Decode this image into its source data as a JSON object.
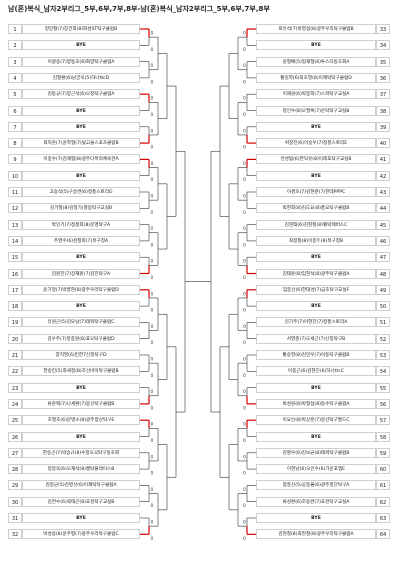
{
  "title": "남(혼)복식_남자2부리그_5부,6부,7부,8부-남(혼)복식_남자2부리그_5부,6부,7부,8부",
  "colors": {
    "win_line": "#d40000",
    "line": "#333333",
    "border": "#cfcfcf"
  },
  "left": [
    {
      "seed": "1",
      "name": "정민철(7)장건희(8)화성ST탁구클럽B"
    },
    {
      "seed": "2",
      "name": "BYE"
    },
    {
      "seed": "3",
      "name": "이광용(7)양동호(8)화양탁구클럽A"
    },
    {
      "seed": "4",
      "name": "김형환(6)남궁욱(5)하나ttcD"
    },
    {
      "seed": "5",
      "name": "김동규(7)양근석(6)오정탁구클럽A"
    },
    {
      "seed": "6",
      "name": "BYE"
    },
    {
      "seed": "7",
      "name": "BYE"
    },
    {
      "seed": "8",
      "name": "최지훈(7)윤학형(7)빛고을스포츠클럽B"
    },
    {
      "seed": "9",
      "name": "이종수(7)김재협(8)광주다목적체육관A"
    },
    {
      "seed": "10",
      "name": "BYE"
    },
    {
      "seed": "11",
      "name": "고승석(5)구승연(6)정풍스토리G"
    },
    {
      "seed": "12",
      "name": "김기철(8)김정기(풍봉탁구교실B"
    },
    {
      "seed": "13",
      "name": "박인기(7)정풍희(8)문영탁구A"
    },
    {
      "seed": "14",
      "name": "주영수(6)천철희(7)북구청A"
    },
    {
      "seed": "15",
      "name": "BYE"
    },
    {
      "seed": "16",
      "name": "김원진(7)장재원(7)김진탁구A"
    },
    {
      "seed": "17",
      "name": "윤기정(7)박병현(8)광주우리탁구클럽D"
    },
    {
      "seed": "18",
      "name": "BYE"
    },
    {
      "seed": "19",
      "name": "유원곤(5)김오남(7)태워탁구클럽C"
    },
    {
      "seed": "20",
      "name": "김우주(7)정종원(8)표오탁구클럽D"
    },
    {
      "seed": "21",
      "name": "양지영(6)민한7신정탁구D"
    },
    {
      "seed": "22",
      "name": "한승민(5)최세정(8)조선바이탁구클럽B"
    },
    {
      "seed": "23",
      "name": "BYE"
    },
    {
      "seed": "24",
      "name": "류준택(7)나세환(7)봉선탁구클럽B"
    },
    {
      "seed": "25",
      "name": "조철호(6)문병소(8)광주양산탁구E"
    },
    {
      "seed": "26",
      "name": "BYE"
    },
    {
      "seed": "27",
      "name": "한승곤(7)박승규(8)수정오곡탁구동호회"
    },
    {
      "seed": "28",
      "name": "정봉옥(6)오재석(8)캘탁플레이스B"
    },
    {
      "seed": "29",
      "name": "김정군(5)김병선(6)이재탁탁구클럽A"
    },
    {
      "seed": "30",
      "name": "김연수(6)곽태곤(8)효천탁구교실B"
    },
    {
      "seed": "31",
      "name": "BYE"
    },
    {
      "seed": "32",
      "name": "박성용(8)윤주형(7)광주우리탁구클럽C"
    }
  ],
  "right": [
    {
      "seed": "33",
      "name": "최유석(7)박영섭(8)광주우리탁구클럽B"
    },
    {
      "seed": "34",
      "name": "BYE"
    },
    {
      "seed": "35",
      "name": "윤형배(5)정재형(6)투스타동호회A"
    },
    {
      "seed": "36",
      "name": "황길학(6)최호영(8)이재탁탁구클럽D"
    },
    {
      "seed": "37",
      "name": "이재원(6)박봉희(7)스파탁구교실A"
    },
    {
      "seed": "38",
      "name": "정인수(8)오필록(7)운탁탁구교실B"
    },
    {
      "seed": "39",
      "name": "BYE"
    },
    {
      "seed": "40",
      "name": "위정진(6)이승우(7)정풍스토리E"
    },
    {
      "seed": "41",
      "name": "안성범(6)한덕유(8)이레포탁구교실B"
    },
    {
      "seed": "42",
      "name": "BYE"
    },
    {
      "seed": "43",
      "name": "이경호(7)김현준(7)한데PPPC"
    },
    {
      "seed": "44",
      "name": "박현희(8)김도요(8)풍요탁구클럽B"
    },
    {
      "seed": "45",
      "name": "김현태(6)김현철(8)펠탁에버스C"
    },
    {
      "seed": "46",
      "name": "최정철(8)이종두(8)북구청B"
    },
    {
      "seed": "47",
      "name": "BYE"
    },
    {
      "seed": "48",
      "name": "김태윤(8)임현석(8)광주탁구클럽A"
    },
    {
      "seed": "49",
      "name": "임종선(6)한대성(7)금호탁구교실F"
    },
    {
      "seed": "50",
      "name": "BYE"
    },
    {
      "seed": "51",
      "name": "김기주(7)이현진(7)정풍스토리A"
    },
    {
      "seed": "52",
      "name": "서영준(7)오세근(7)신정탁구B"
    },
    {
      "seed": "53",
      "name": "황승현(8)김민우(7)이동탁구클럽B"
    },
    {
      "seed": "54",
      "name": "이종근(6)김현진(6)하나ttcC"
    },
    {
      "seed": "55",
      "name": "BYE"
    },
    {
      "seed": "56",
      "name": "박성원(8)박형섭(8)동수탁구클럽A"
    },
    {
      "seed": "57",
      "name": "이요인(8)박상훈(7)봉선탁구월드C"
    },
    {
      "seed": "58",
      "name": "BYE"
    },
    {
      "seed": "59",
      "name": "김명우(6)김보균(8)태워탁구클럽B"
    },
    {
      "seed": "60",
      "name": "이현남(6)오인수(6)가운포엠E"
    },
    {
      "seed": "61",
      "name": "양종신(5)공동율(6)광주정단탁구A"
    },
    {
      "seed": "62",
      "name": "류성환(6)조동완(7)효천탁구교실A"
    },
    {
      "seed": "63",
      "name": "BYE"
    },
    {
      "seed": "64",
      "name": "김현철(8)최현철(8)광주우리탁구클럽A"
    }
  ],
  "score_zero": "0"
}
